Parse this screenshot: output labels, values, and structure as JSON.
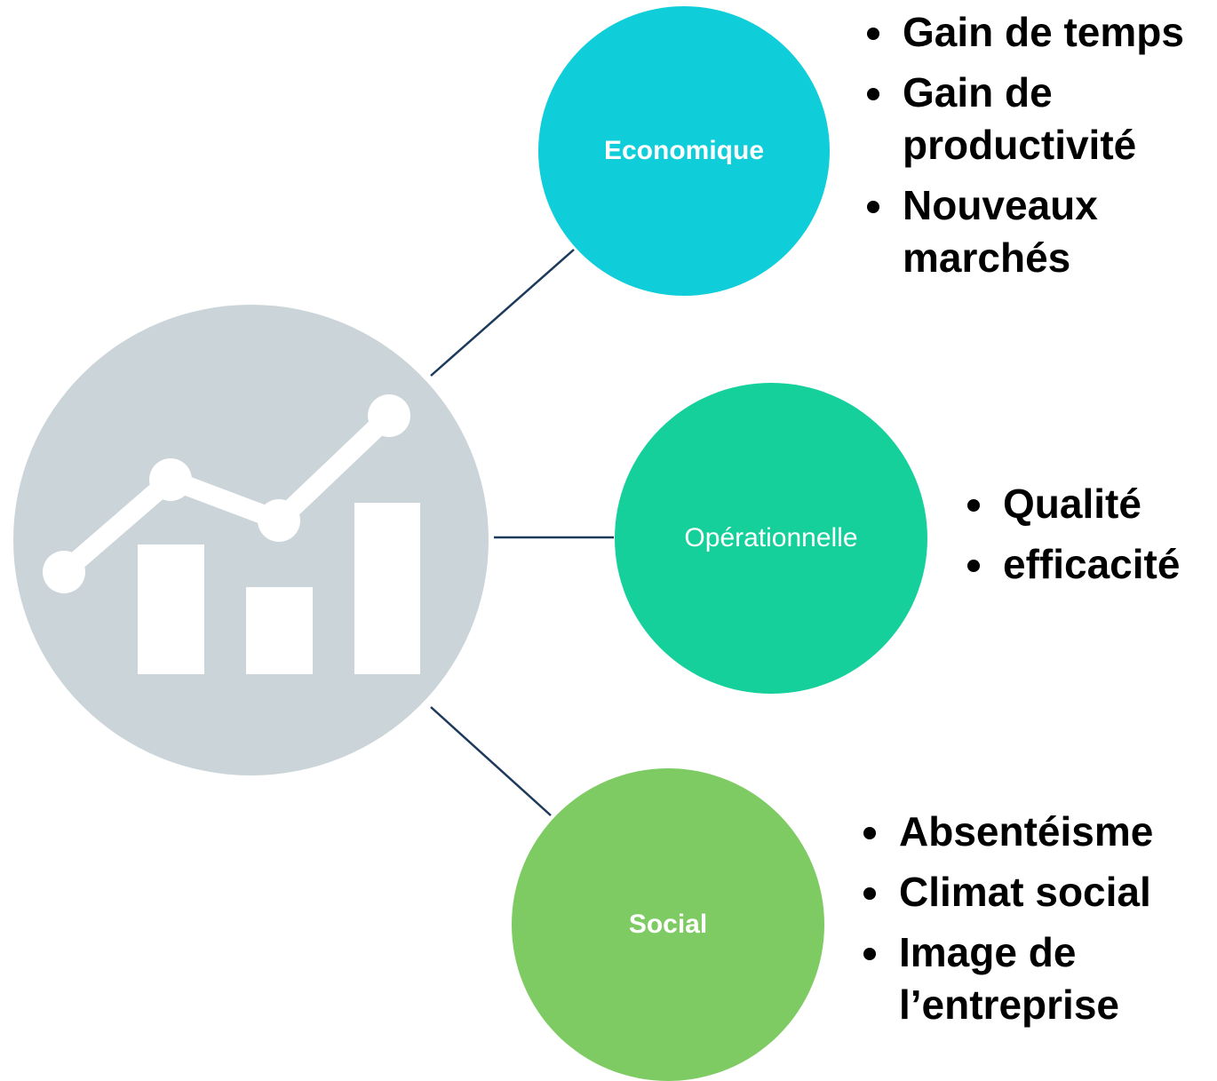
{
  "colors": {
    "hub_background": "#cbd4d9",
    "hub_icon": "#ffffff",
    "connector": "#1d3a5c",
    "economique": "#0fcdd9",
    "operationnelle": "#15d09b",
    "social": "#7dcb62"
  },
  "hub": {
    "icon": "chart-growth-icon"
  },
  "branches": {
    "economique": {
      "label": "Economique",
      "items": [
        "Gain de temps",
        "Gain de productivité",
        "Nouveaux marchés"
      ]
    },
    "operationnelle": {
      "label": "Opérationnelle",
      "items": [
        "Qualité",
        "efficacité"
      ]
    },
    "social": {
      "label": "Social",
      "items": [
        "Absentéisme",
        "Climat social",
        "Image de l’entreprise"
      ]
    }
  }
}
